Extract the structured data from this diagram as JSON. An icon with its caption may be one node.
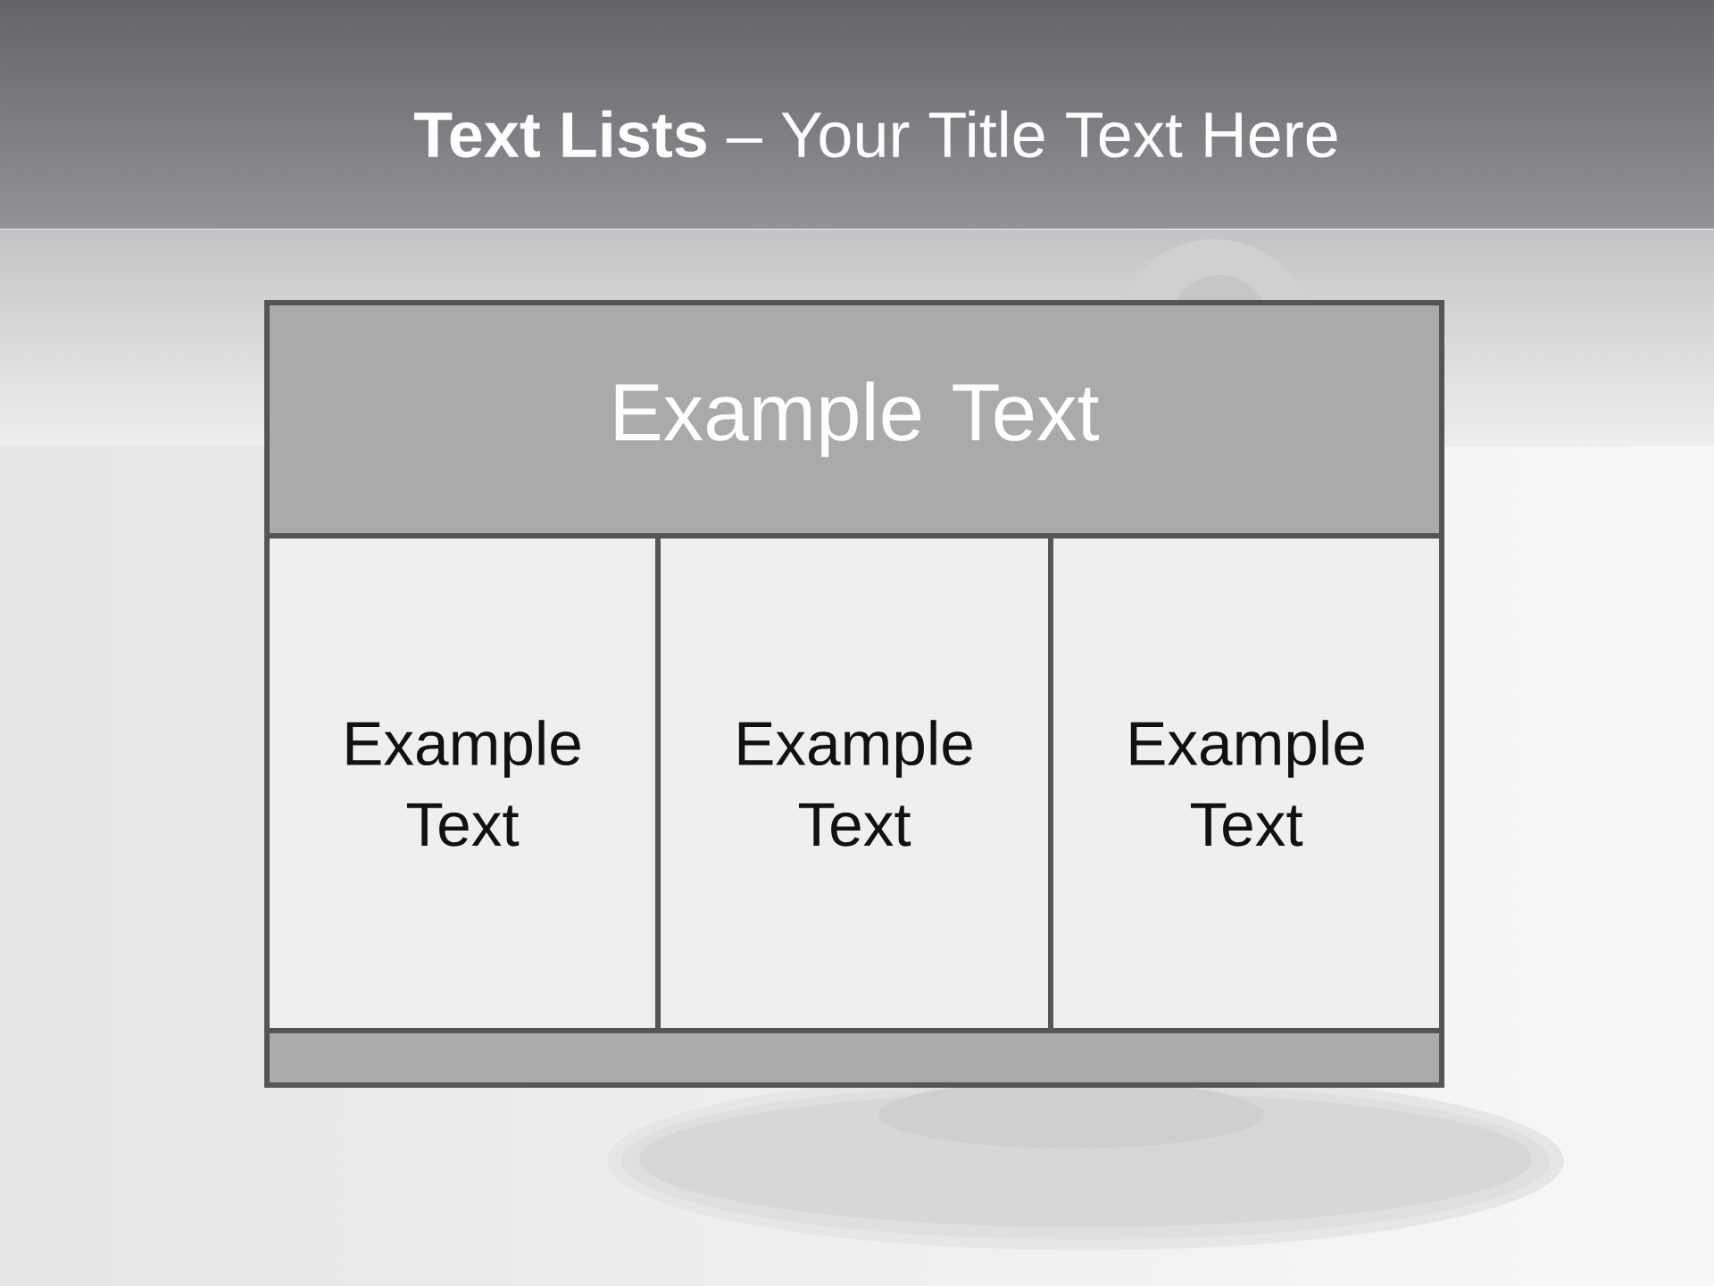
{
  "diagram": {
    "title": "**Text Lists**  – Your Title Text Here",
    "nodes": [
      {
        "text": [
          "Example Text"
        ]
      },
      {
        "text": [
          "Example Text"
        ]
      },
      {
        "text": [
          "Example Text"
        ]
      },
      {
        "text": [
          "Example Text"
        ]
      },
      {
        "text": [],
        "shape": "bar"
      }
    ]
  }
}
